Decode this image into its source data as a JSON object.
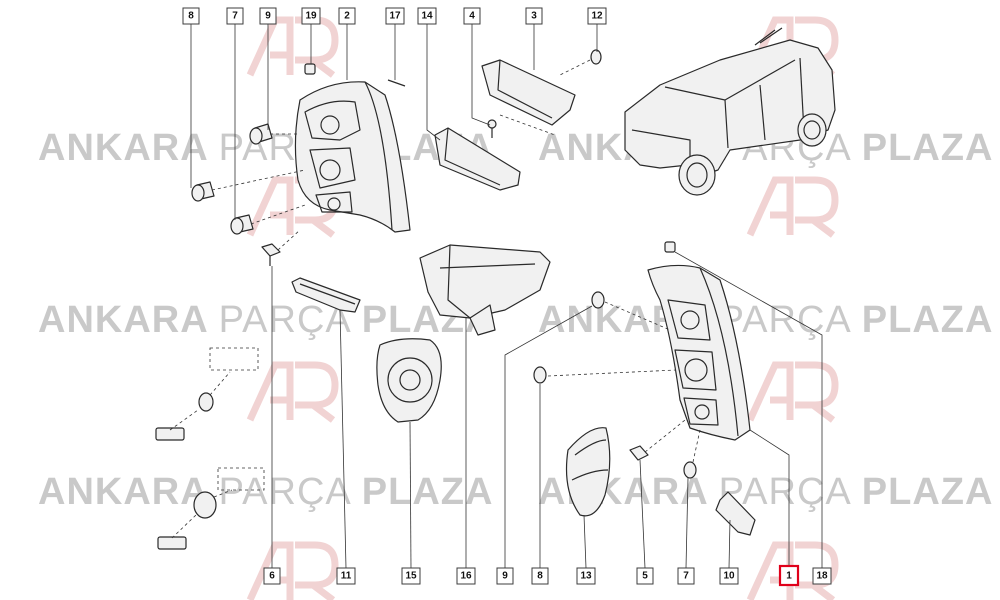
{
  "watermark": {
    "brand_bold_1": "ANKARA",
    "brand_light": "PARÇA",
    "brand_bold_2": "PLAZA"
  },
  "labels": {
    "top": [
      {
        "id": "lbl-8-top",
        "text": "8"
      },
      {
        "id": "lbl-7-top",
        "text": "7"
      },
      {
        "id": "lbl-9-top",
        "text": "9"
      },
      {
        "id": "lbl-19-top",
        "text": "19"
      },
      {
        "id": "lbl-2-top",
        "text": "2"
      },
      {
        "id": "lbl-17-top",
        "text": "17"
      },
      {
        "id": "lbl-14-top",
        "text": "14"
      },
      {
        "id": "lbl-4-top",
        "text": "4"
      },
      {
        "id": "lbl-3-top",
        "text": "3"
      },
      {
        "id": "lbl-12-top",
        "text": "12"
      }
    ],
    "bottom": [
      {
        "id": "lbl-6-bottom",
        "text": "6"
      },
      {
        "id": "lbl-11-bottom",
        "text": "11"
      },
      {
        "id": "lbl-15-bottom",
        "text": "15"
      },
      {
        "id": "lbl-16-bottom",
        "text": "16"
      },
      {
        "id": "lbl-9-bottom",
        "text": "9"
      },
      {
        "id": "lbl-8-bottom",
        "text": "8"
      },
      {
        "id": "lbl-13-bottom",
        "text": "13"
      },
      {
        "id": "lbl-5-bottom",
        "text": "5"
      },
      {
        "id": "lbl-7-bottom",
        "text": "7"
      },
      {
        "id": "lbl-10-bottom",
        "text": "10"
      },
      {
        "id": "lbl-1-bottom",
        "text": "1",
        "highlighted": true
      },
      {
        "id": "lbl-18-bottom",
        "text": "18"
      }
    ]
  },
  "colors": {
    "highlight": "#e0001a",
    "watermark": "#c9c9c9",
    "logo": "#f1d3d3"
  }
}
